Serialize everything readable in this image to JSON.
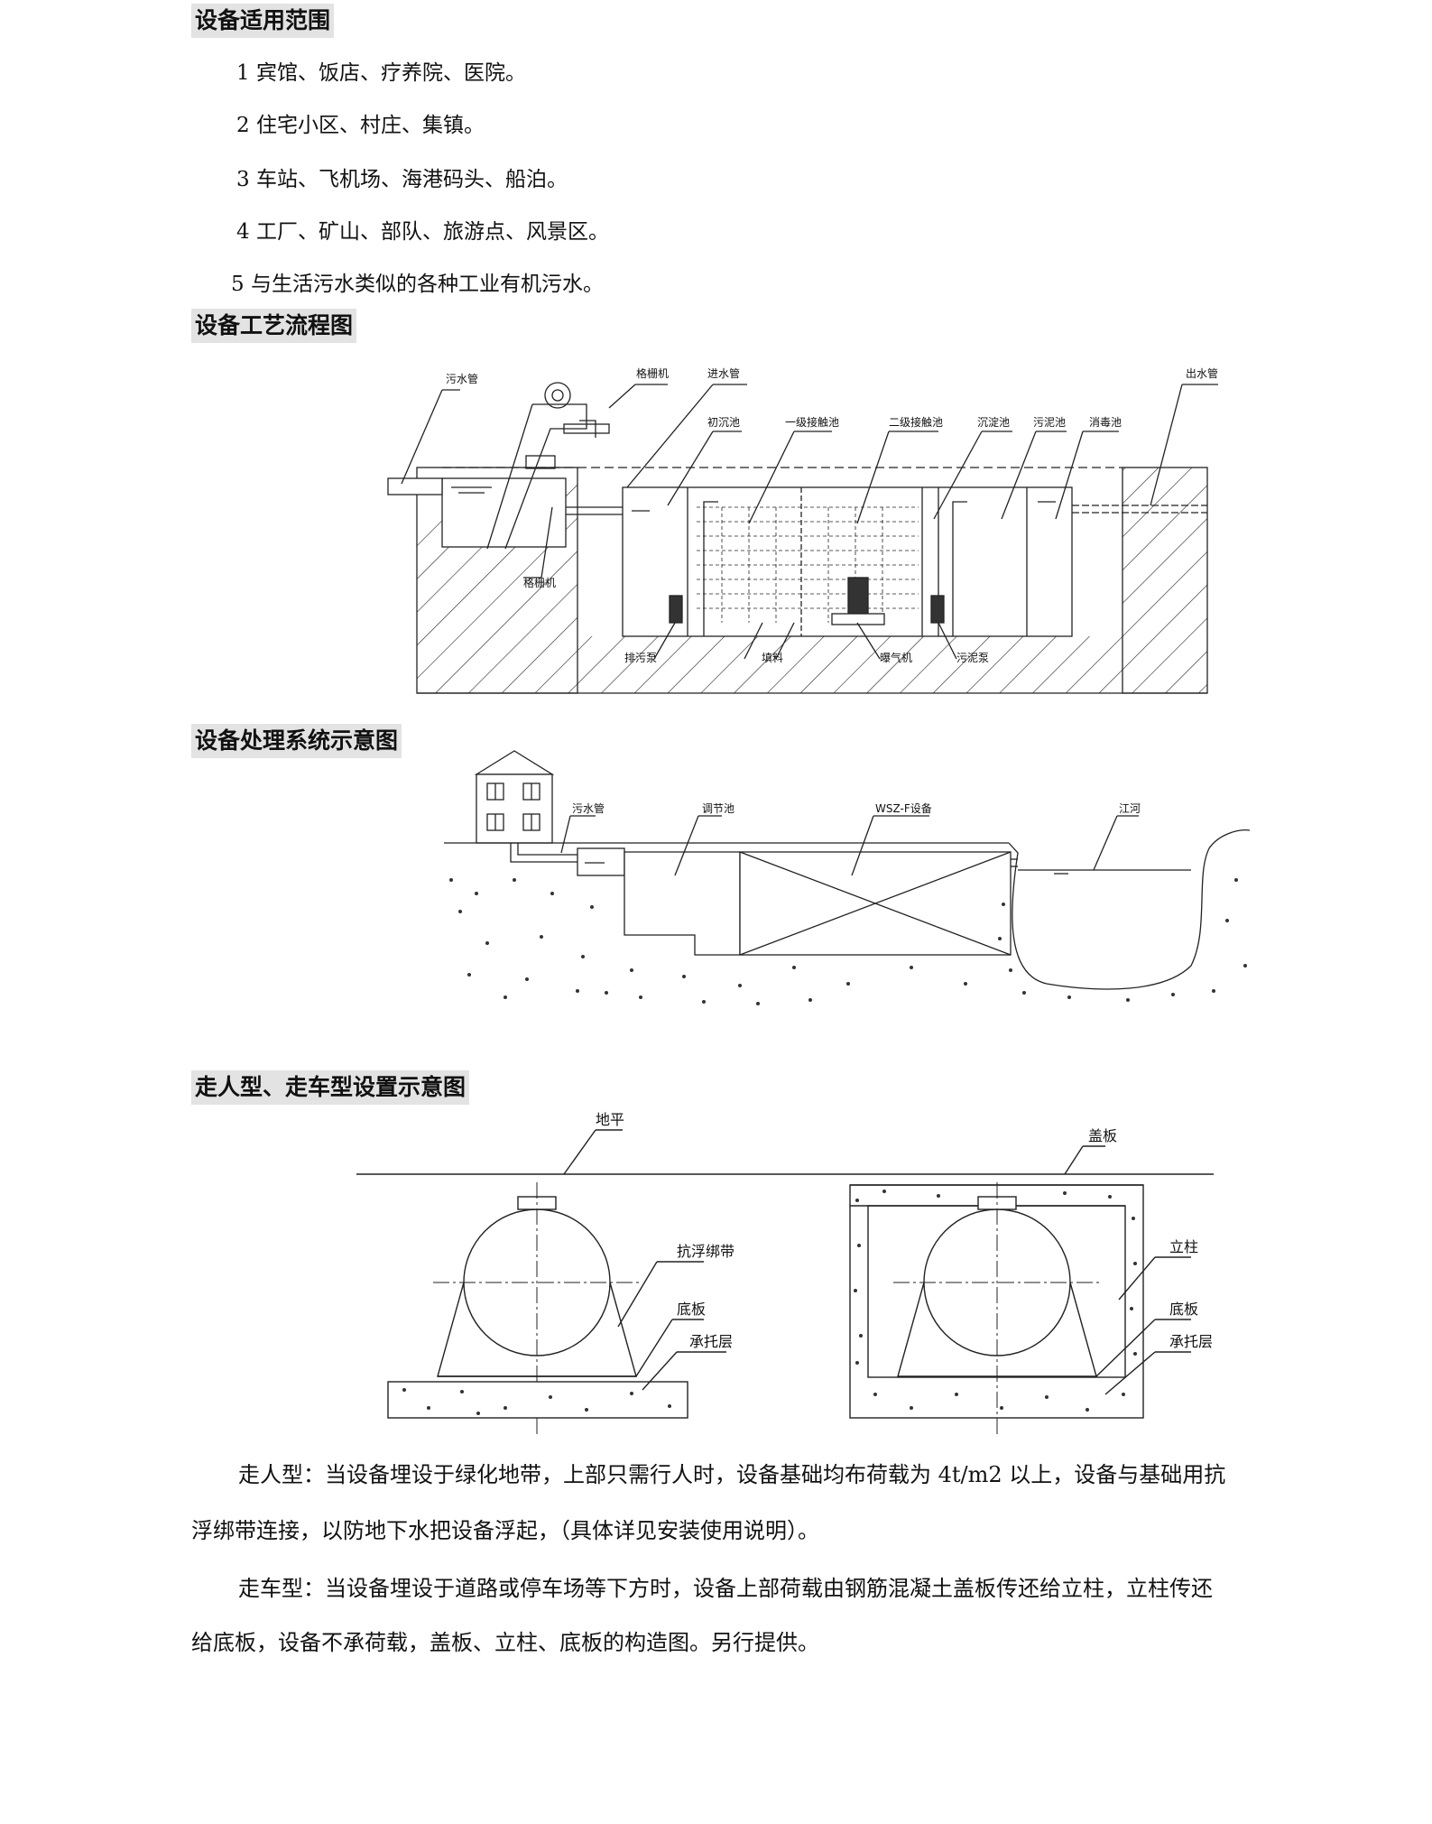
{
  "section1": {
    "title": "设备适用范围",
    "items": [
      "1  宾馆、饭店、疗养院、医院。",
      "2  住宅小区、村庄、集镇。",
      "3  车站、飞机场、海港码头、船泊。",
      "4  工厂、矿山、部队、旅游点、风景区。",
      "5  与生活污水类似的各种工业有机污水。"
    ]
  },
  "section2": {
    "title": "设备工艺流程图",
    "labels": {
      "sewage_pipe": "污水管",
      "grille_machine_top": "格栅机",
      "inlet_pipe": "进水管",
      "primary_tank": "初沉池",
      "contact1": "一级接触池",
      "contact2": "二级接触池",
      "settling_tank": "沉淀池",
      "sludge_tank": "污泥池",
      "disinfection_tank": "消毒池",
      "outlet_pipe": "出水管",
      "grille_machine_bottom": "格栅机",
      "drain_pump": "排污泵",
      "filler": "填料",
      "aerator": "曝气机",
      "sludge_pump": "污泥泵"
    }
  },
  "section3": {
    "title": "设备处理系统示意图",
    "labels": {
      "sewage_pipe": "污水管",
      "regulating_tank": "调节池",
      "equipment": "WSZ-F设备",
      "river": "江河"
    }
  },
  "section4": {
    "title": "走人型、走车型设置示意图",
    "labels": {
      "ground": "地平",
      "cover_plate": "盖板",
      "strap": "抗浮绑带",
      "bottom_plate_left": "底板",
      "support_left": "承托层",
      "column": "立柱",
      "bottom_plate_right": "底板",
      "support_right": "承托层"
    }
  },
  "paragraphs": {
    "p1a": "走人型：当设备埋设于绿化地带，上部只需行人时，设备基础均布荷载为  4t/m2  以上，设备与基础用抗",
    "p1b": "浮绑带连接，以防地下水把设备浮起，（具体详见安装使用说明）。",
    "p2a": "走车型：当设备埋设于道路或停车场等下方时，设备上部荷载由钢筋混凝土盖板传还给立柱，立柱传还",
    "p2b": "给底板，设备不承荷载，盖板、立柱、底板的构造图。另行提供。"
  }
}
